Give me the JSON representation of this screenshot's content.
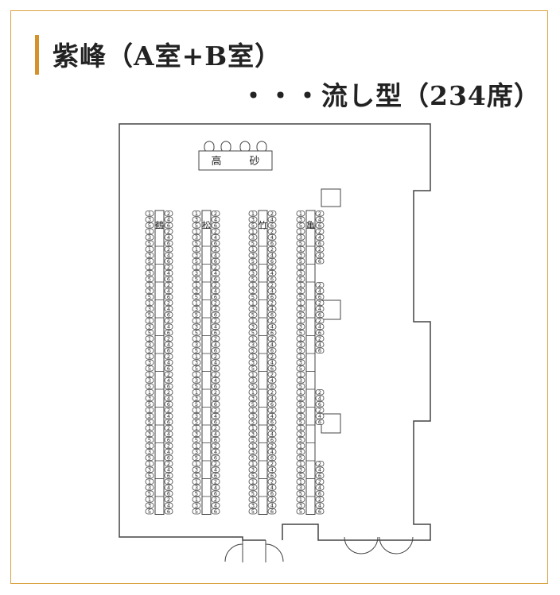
{
  "title": {
    "line1": "紫峰（A室+B室）",
    "line2": "・・・流し型（234席）"
  },
  "stage": {
    "label_left": "高",
    "label_right": "砂"
  },
  "columns": [
    {
      "label": "鶴",
      "left_nums": [
        "1",
        "3",
        "5",
        "1",
        "3",
        "5",
        "1",
        "3",
        "5",
        "1",
        "3",
        "5",
        "1",
        "3",
        "5",
        "1",
        "3",
        "5",
        "1",
        "3",
        "5",
        "1",
        "3",
        "5",
        "1",
        "3",
        "5",
        "1",
        "3",
        "5",
        "1",
        "3",
        "5",
        "1",
        "3",
        "5",
        "1",
        "3",
        "5",
        "1",
        "3",
        "5",
        "1",
        "3",
        "5",
        "1",
        "3",
        "5",
        "1",
        "3",
        "5"
      ],
      "right_nums": [
        "2",
        "4",
        "6",
        "2",
        "4",
        "6",
        "2",
        "4",
        "6",
        "2",
        "4",
        "6",
        "2",
        "4",
        "6",
        "2",
        "4",
        "6",
        "2",
        "4",
        "6",
        "2",
        "4",
        "6",
        "2",
        "4",
        "6",
        "2",
        "4",
        "6",
        "2",
        "4",
        "6",
        "2",
        "4",
        "6",
        "2",
        "4",
        "6",
        "2",
        "4",
        "6",
        "2",
        "4",
        "6",
        "2",
        "4",
        "6",
        "2",
        "4",
        "6"
      ]
    },
    {
      "label": "松",
      "left_nums": [
        "1",
        "3",
        "5",
        "1",
        "3",
        "5",
        "1",
        "3",
        "5",
        "1",
        "3",
        "5",
        "1",
        "3",
        "5",
        "1",
        "3",
        "5",
        "1",
        "3",
        "5",
        "1",
        "3",
        "5",
        "1",
        "3",
        "5",
        "1",
        "3",
        "5",
        "1",
        "3",
        "5",
        "1",
        "3",
        "5",
        "1",
        "3",
        "5",
        "1",
        "3",
        "5",
        "1",
        "3",
        "5",
        "1",
        "3",
        "5",
        "1",
        "3",
        "5"
      ],
      "right_nums": [
        "2",
        "4",
        "6",
        "2",
        "4",
        "6",
        "2",
        "4",
        "6",
        "2",
        "4",
        "6",
        "2",
        "4",
        "6",
        "2",
        "4",
        "6",
        "2",
        "4",
        "6",
        "2",
        "4",
        "6",
        "2",
        "4",
        "6",
        "2",
        "4",
        "6",
        "2",
        "4",
        "6",
        "2",
        "4",
        "6",
        "2",
        "4",
        "6",
        "2",
        "4",
        "6",
        "2",
        "4",
        "6",
        "2",
        "4",
        "6",
        "2",
        "4",
        "6"
      ]
    },
    {
      "label": "竹",
      "left_nums": [
        "1",
        "3",
        "5",
        "1",
        "3",
        "5",
        "1",
        "3",
        "5",
        "1",
        "3",
        "5",
        "1",
        "3",
        "5",
        "1",
        "3",
        "5",
        "1",
        "3",
        "5",
        "1",
        "3",
        "5",
        "1",
        "3",
        "5",
        "1",
        "3",
        "5",
        "1",
        "3",
        "5",
        "1",
        "3",
        "5",
        "1",
        "3",
        "5",
        "1",
        "3",
        "5",
        "1",
        "3",
        "5",
        "1",
        "3",
        "5",
        "1",
        "3",
        "5"
      ],
      "right_nums": [
        "2",
        "4",
        "6",
        "2",
        "4",
        "6",
        "2",
        "4",
        "6",
        "2",
        "4",
        "6",
        "2",
        "4",
        "6",
        "2",
        "4",
        "6",
        "2",
        "4",
        "6",
        "2",
        "4",
        "6",
        "2",
        "4",
        "6",
        "2",
        "4",
        "6",
        "2",
        "4",
        "6",
        "2",
        "4",
        "6",
        "2",
        "4",
        "6",
        "2",
        "4",
        "6",
        "2",
        "4",
        "6",
        "2",
        "4",
        "6",
        "2",
        "4",
        "6"
      ]
    },
    {
      "label": "亀",
      "left_nums": [
        "1",
        "3",
        "5",
        "1",
        "3",
        "5",
        "1",
        "3",
        "5",
        "1",
        "3",
        "5",
        "1",
        "3",
        "5",
        "1",
        "3",
        "5",
        "1",
        "3",
        "5",
        "1",
        "3",
        "5",
        "1",
        "3",
        "5",
        "1",
        "3",
        "5",
        "1",
        "3",
        "5",
        "1",
        "3",
        "5",
        "1",
        "3",
        "5",
        "1",
        "3",
        "5",
        "1",
        "3",
        "5",
        "1",
        "3",
        "5",
        "1",
        "3",
        "5"
      ],
      "right_nums": [
        "2",
        "4",
        "6",
        "2",
        "4",
        "6",
        "2",
        "4",
        "6",
        "",
        "",
        "",
        "2",
        "4",
        "6",
        "2",
        "4",
        "6",
        "2",
        "4",
        "6",
        "2",
        "4",
        "6",
        "",
        "",
        "",
        "",
        "",
        "",
        "2",
        "4",
        "6",
        "2",
        "4",
        "6",
        "",
        "",
        "",
        "",
        "",
        "",
        "2",
        "4",
        "6",
        "2",
        "4",
        "6",
        "2",
        "4",
        "6"
      ]
    }
  ]
}
